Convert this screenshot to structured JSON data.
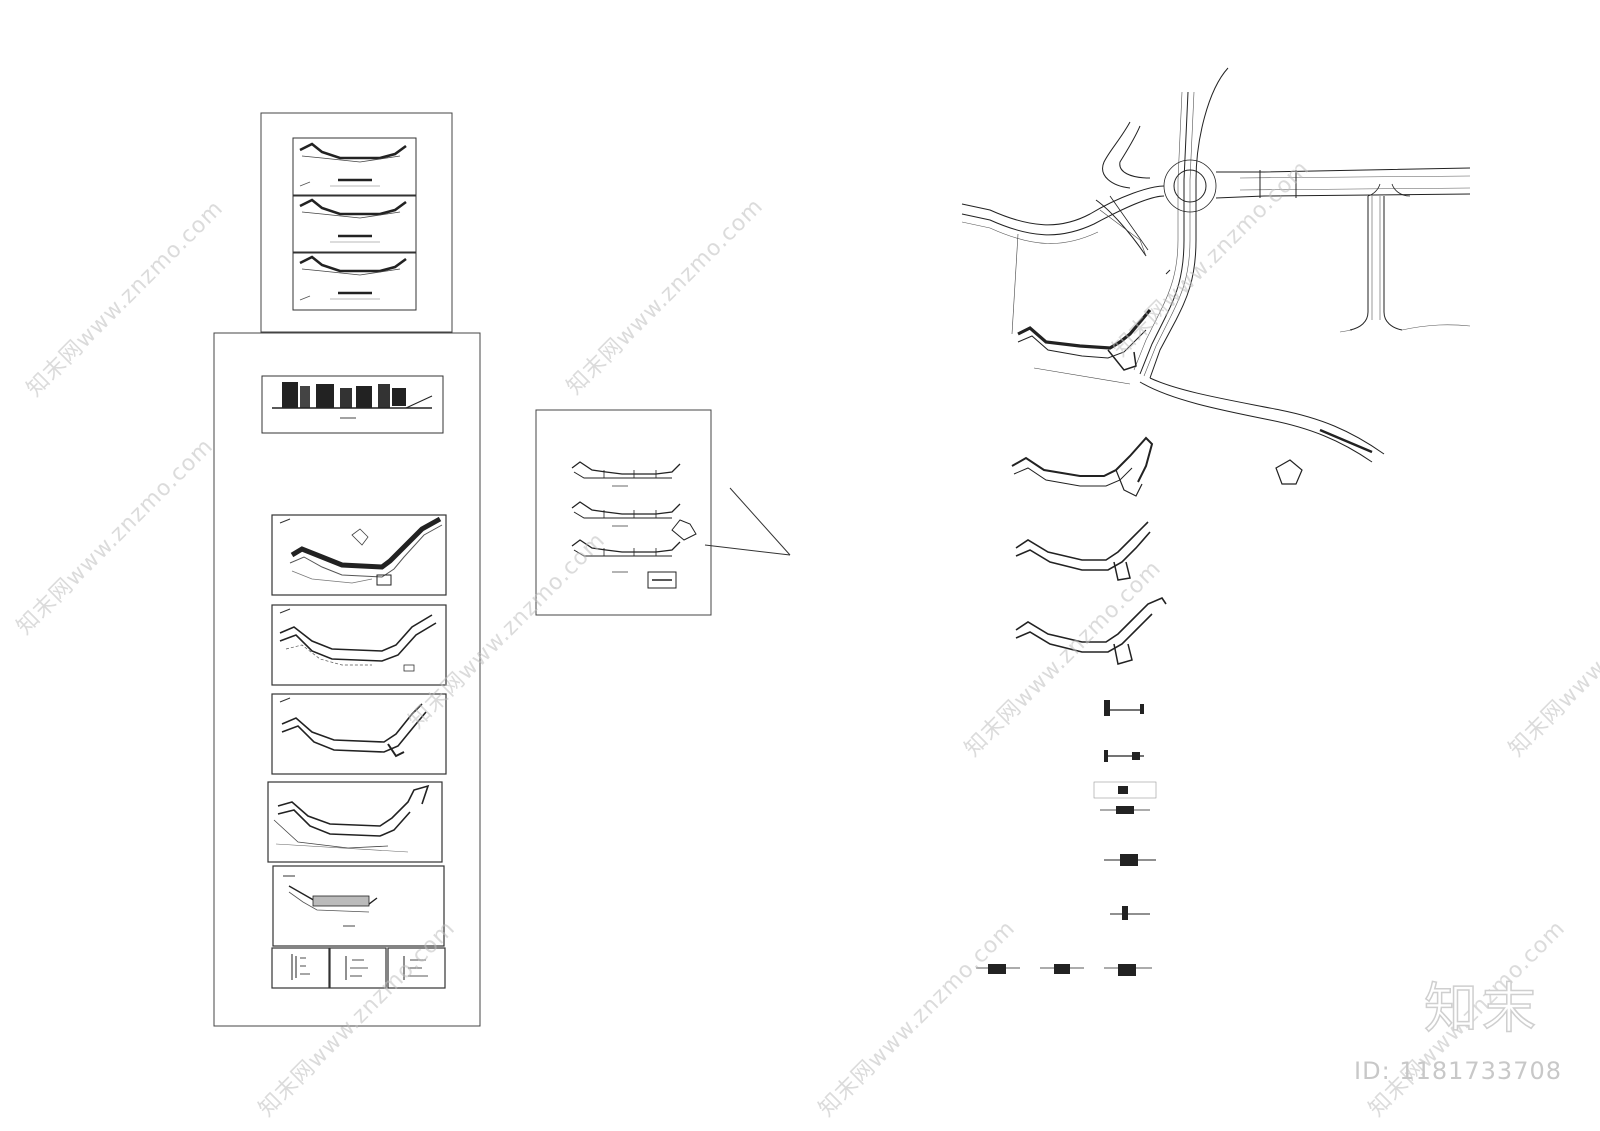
{
  "watermark": {
    "logo": "知末",
    "id_text": "ID: 1181733708",
    "diagonal_text": "知末网www.znzmo.com"
  },
  "colors": {
    "line": "#222222",
    "watermark": "#c8c8c8"
  }
}
